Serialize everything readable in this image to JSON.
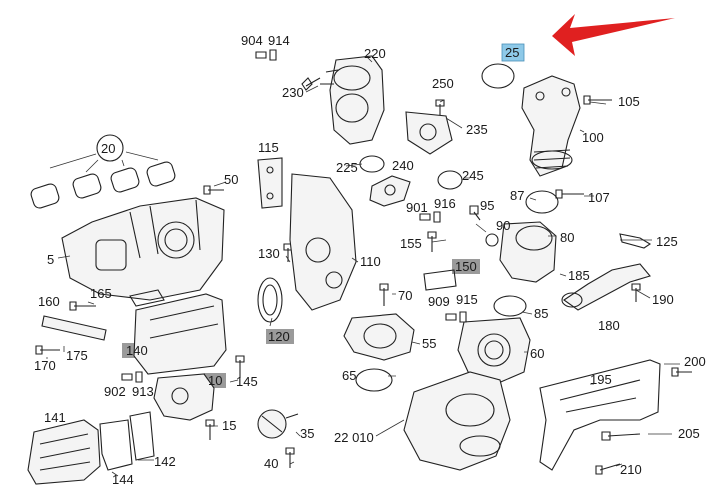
{
  "callouts": {
    "c904": "904",
    "c914": "914",
    "c220": "220",
    "c230": "230",
    "c25": "25",
    "c105": "105",
    "c100": "100",
    "c250": "250",
    "c235": "235",
    "c225": "225",
    "c240": "240",
    "c245": "245",
    "c20": "20",
    "c115": "115",
    "c50": "50",
    "c5": "5",
    "c87": "87",
    "c107": "107",
    "c901": "901",
    "c916": "916",
    "c95": "95",
    "c90": "90",
    "c80": "80",
    "c125": "125",
    "c155": "155",
    "c130": "130",
    "c110": "110",
    "c150": "150",
    "c185": "185",
    "c160": "160",
    "c165": "165",
    "c70": "70",
    "c909": "909",
    "c915": "915",
    "c190": "190",
    "c85": "85",
    "c180": "180",
    "c120": "120",
    "c140": "140",
    "c175": "175",
    "c55": "55",
    "c60": "60",
    "c170": "170",
    "c902": "902",
    "c913": "913",
    "c10": "10",
    "c145": "145",
    "c65": "65",
    "c200": "200",
    "c195": "195",
    "c141": "141",
    "c15": "15",
    "c35": "35",
    "c22010": "22 010",
    "c205": "205",
    "c142": "142",
    "c144": "144",
    "c40": "40",
    "c210": "210"
  },
  "highlight_colors": {
    "gray": "#9a9a9a",
    "blue": "#8ec9e8",
    "arrow": "#e02020"
  }
}
